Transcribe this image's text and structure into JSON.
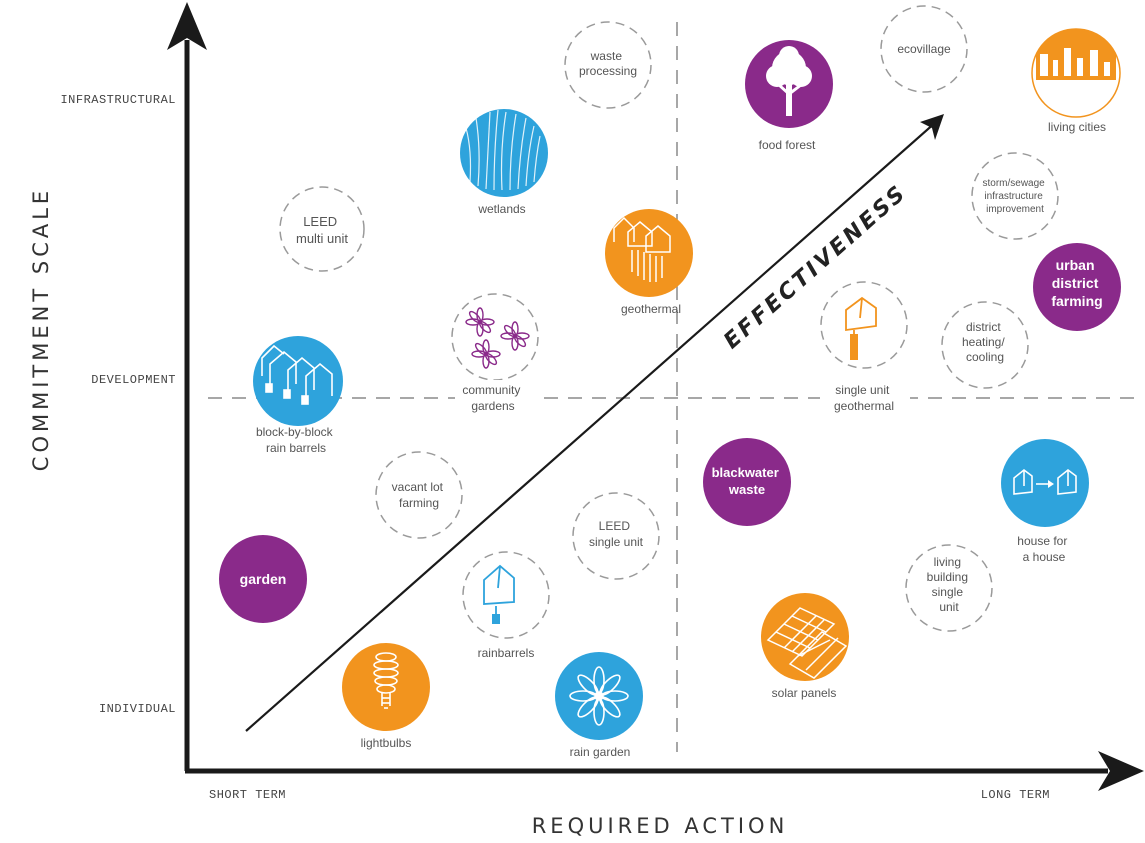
{
  "axes": {
    "y_title": "COMMITMENT SCALE",
    "x_title": "REQUIRED ACTION",
    "y_ticks": [
      "INFRASTRUCTURAL",
      "DEVELOPMENT",
      "INDIVIDUAL"
    ],
    "x_ticks": [
      "SHORT TERM",
      "LONG TERM"
    ]
  },
  "arrow_label": "EFFECTIVENESS",
  "colors": {
    "purple": "#8a2a8a",
    "blue": "#2ea3dc",
    "orange": "#f2941e",
    "dashed": "#9a9a9a",
    "axis": "#1a1a1a"
  },
  "items": {
    "waste_processing": {
      "lines": [
        "waste",
        "processing"
      ],
      "style": "dashed",
      "icon": "none"
    },
    "ecovillage": {
      "lines": [
        "ecovillage"
      ],
      "style": "dashed",
      "icon": "none"
    },
    "food_forest": {
      "lines": [
        "food forest"
      ],
      "style": "purple",
      "icon": "tree-icon"
    },
    "living_cities": {
      "lines": [
        "living cities"
      ],
      "style": "orange",
      "icon": "city-skyline-icon"
    },
    "wetlands": {
      "lines": [
        "wetlands"
      ],
      "style": "blue",
      "icon": "grass-icon"
    },
    "leed_multi_unit": {
      "lines": [
        "LEED",
        "multi unit"
      ],
      "style": "dashed",
      "icon": "none"
    },
    "storm_sewage": {
      "lines": [
        "storm/sewage",
        "infrastructure",
        "improvement"
      ],
      "style": "dashed",
      "icon": "none"
    },
    "geothermal": {
      "lines": [
        "geothermal"
      ],
      "style": "orange",
      "icon": "houses-geothermal-icon"
    },
    "urban_district_farming": {
      "lines": [
        "urban",
        "district",
        "farming"
      ],
      "style": "purple",
      "icon": "none"
    },
    "community_gardens": {
      "lines": [
        "community",
        "gardens"
      ],
      "style": "dashed",
      "icon": "flowers-icon"
    },
    "single_unit_geothermal": {
      "lines": [
        "single unit",
        "geothermal"
      ],
      "style": "dashed",
      "icon": "house-geothermal-icon"
    },
    "district_heating": {
      "lines": [
        "district",
        "heating/",
        "cooling"
      ],
      "style": "dashed",
      "icon": "none"
    },
    "block_rain_barrels": {
      "lines": [
        "block-by-block",
        "rain barrels"
      ],
      "style": "blue",
      "icon": "houses-barrels-icon"
    },
    "blackwater_waste": {
      "lines": [
        "blackwater",
        "waste"
      ],
      "style": "purple",
      "icon": "none"
    },
    "vacant_lot_farming": {
      "lines": [
        "vacant lot",
        "farming"
      ],
      "style": "dashed",
      "icon": "none"
    },
    "house_for_a_house": {
      "lines": [
        "house for",
        "a house"
      ],
      "style": "blue",
      "icon": "house-swap-icon"
    },
    "leed_single_unit": {
      "lines": [
        "LEED",
        "single unit"
      ],
      "style": "dashed",
      "icon": "none"
    },
    "garden": {
      "lines": [
        "garden"
      ],
      "style": "purple",
      "icon": "none"
    },
    "living_building": {
      "lines": [
        "living",
        "building",
        "single",
        "unit"
      ],
      "style": "dashed",
      "icon": "none"
    },
    "rainbarrels": {
      "lines": [
        "rainbarrels"
      ],
      "style": "dashed",
      "icon": "house-barrel-icon"
    },
    "solar_panels": {
      "lines": [
        "solar panels"
      ],
      "style": "orange",
      "icon": "solar-panel-icon"
    },
    "lightbulbs": {
      "lines": [
        "lightbulbs"
      ],
      "style": "orange",
      "icon": "lightbulb-icon"
    },
    "rain_garden": {
      "lines": [
        "rain garden"
      ],
      "style": "blue",
      "icon": "flower-icon"
    }
  }
}
